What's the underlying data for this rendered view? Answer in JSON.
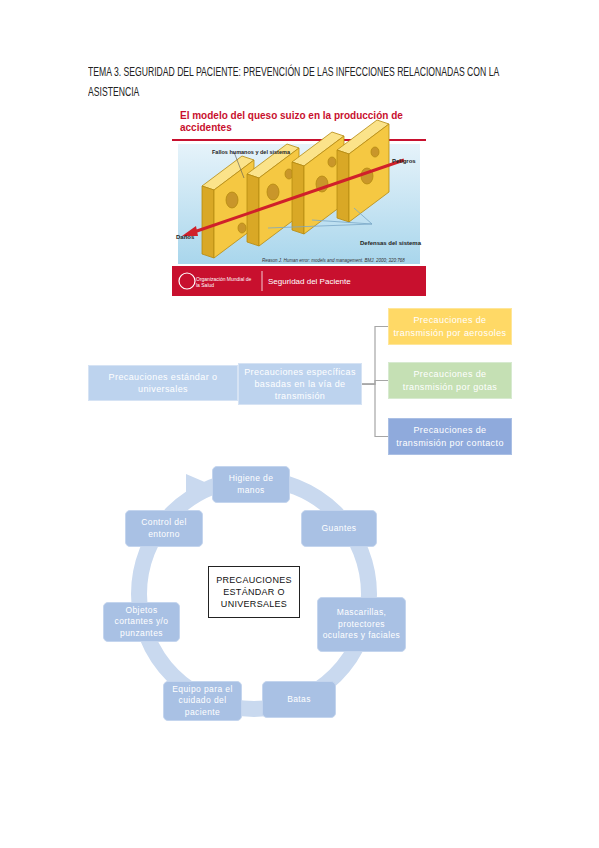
{
  "diagram": {
    "title": "TEMA 3. SEGURIDAD DEL PACIENTE: PREVENCIÓN DE LAS INFECCIONES RELACIONADAS CON LA ASISTENCIA",
    "nodes": [
      {
        "text": [
          "Precauciones estándar o universales"
        ]
      },
      {
        "text": [
          "Precauciones específicas basadas en la vía de transmisión"
        ]
      },
      {
        "text": [
          "Precauciones de transmisión por aerosoles"
        ]
      },
      {
        "text": [
          "Precauciones de transmisión por gotas"
        ]
      },
      {
        "text": [
          "Precauciones de transmisión por contacto"
        ]
      },
      {
        "text": [
          "Higiene de manos"
        ]
      },
      {
        "text": [
          "Guantes"
        ]
      },
      {
        "text": [
          "Mascarillas, protectores oculares y faciales"
        ]
      },
      {
        "text": [
          "Batas"
        ]
      },
      {
        "text": [
          "Equipo para el cuidado del paciente"
        ]
      },
      {
        "text": [
          "Objetos cortantes y/o punzantes"
        ]
      },
      {
        "text": [
          "Control del entorno"
        ]
      },
      {
        "text": [
          "PRECAUCIONES ESTÁNDAR O UNIVERSALES"
        ]
      }
    ],
    "edges": [
      {
        "from": 1,
        "to": 2,
        "arrow": "none"
      },
      {
        "from": 1,
        "to": 3,
        "arrow": "none"
      },
      {
        "from": 1,
        "to": 4,
        "arrow": "none"
      }
    ],
    "labels": [
      "El modelo del queso suizo en la producción de accidentes",
      "Fallos humanos y del sistema",
      "Peligros",
      "Daños",
      "Defensas del sistema",
      "Reason J. Human error: models and management. BMJ. 2000; 320:768",
      "Organización Mundial de la Salud",
      "Seguridad del Paciente"
    ]
  }
}
